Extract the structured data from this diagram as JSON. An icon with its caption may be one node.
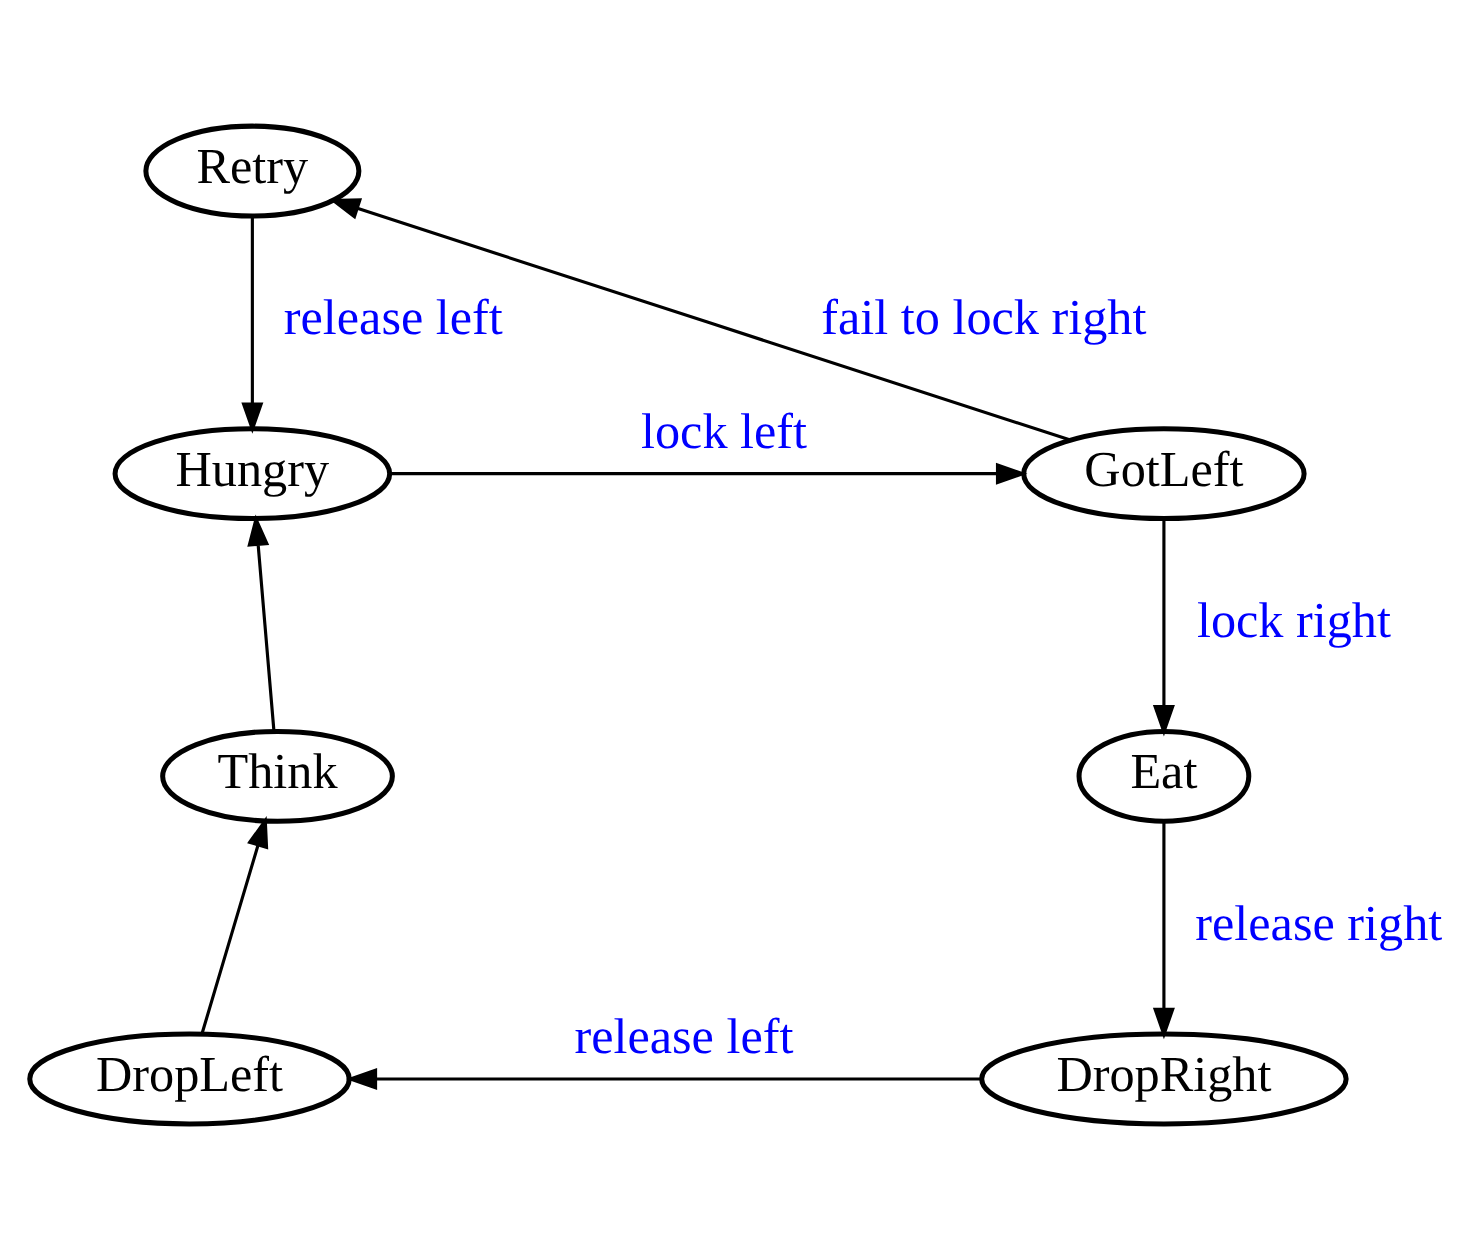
{
  "diagram": {
    "nodes": [
      {
        "text": [
          "Retry"
        ]
      },
      {
        "text": [
          "Hungry"
        ]
      },
      {
        "text": [
          "GotLeft"
        ]
      },
      {
        "text": [
          "Think"
        ]
      },
      {
        "text": [
          "Eat"
        ]
      },
      {
        "text": [
          "DropRight"
        ]
      },
      {
        "text": [
          "DropLeft"
        ]
      }
    ],
    "edges": [
      {
        "from": 0,
        "to": 1,
        "arrow": "to",
        "label": "release left"
      },
      {
        "from": 1,
        "to": 2,
        "arrow": "to",
        "label": "lock left"
      },
      {
        "from": 2,
        "to": 0,
        "arrow": "to",
        "label": "fail to lock right"
      },
      {
        "from": 2,
        "to": 4,
        "arrow": "to",
        "label": "lock right"
      },
      {
        "from": 4,
        "to": 5,
        "arrow": "to",
        "label": "release right"
      },
      {
        "from": 5,
        "to": 6,
        "arrow": "to",
        "label": "release left"
      },
      {
        "from": 6,
        "to": 3,
        "arrow": "to"
      },
      {
        "from": 3,
        "to": 1,
        "arrow": "to"
      }
    ]
  }
}
